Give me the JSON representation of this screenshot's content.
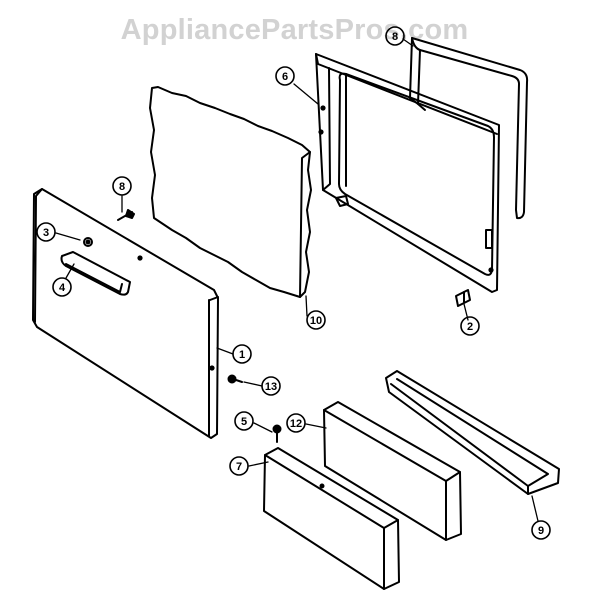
{
  "watermark": "AppliancePartsPros.com",
  "callouts": {
    "c1": "1",
    "c2": "2",
    "c3": "3",
    "c4": "4",
    "c5": "5",
    "c6": "6",
    "c7": "7",
    "c8a": "8",
    "c8b": "8",
    "c9": "9",
    "c10": "10",
    "c12": "12",
    "c13": "13"
  }
}
